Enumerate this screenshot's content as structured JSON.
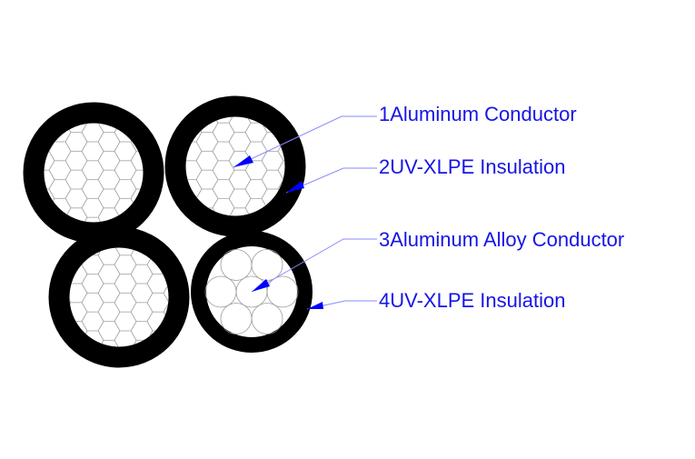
{
  "diagram": {
    "labels": [
      "1Aluminum Conductor",
      "2UV-XLPE Insulation",
      "3Aluminum Alloy Conductor",
      "4UV-XLPE Insulation"
    ],
    "colors": {
      "label": "#1515e6",
      "leader": "#8a8aff",
      "arrow": "#0000ff",
      "insulation": "#000000",
      "strand": "#999999"
    }
  }
}
